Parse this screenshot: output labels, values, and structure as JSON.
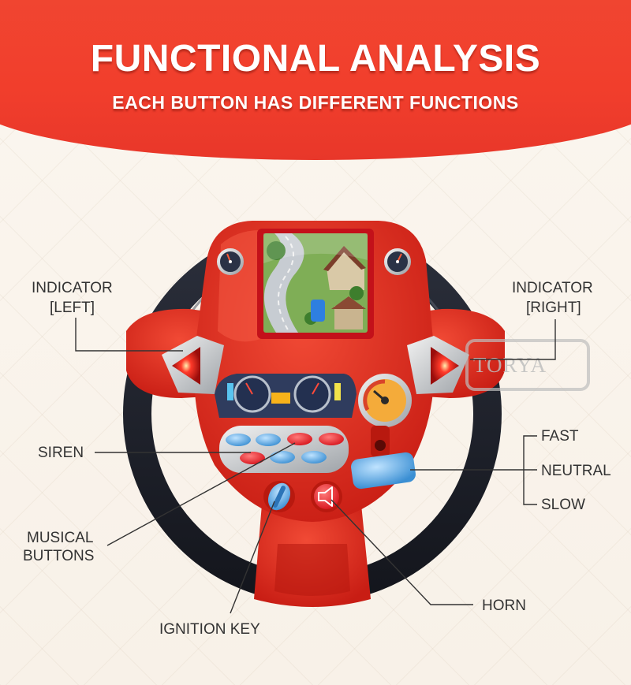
{
  "header": {
    "title": "FUNCTIONAL ANALYSIS",
    "subtitle": "EACH BUTTON HAS DIFFERENT FUNCTIONS"
  },
  "labels": {
    "indicator_left_line1": "INDICATOR",
    "indicator_left_line2": "[LEFT]",
    "indicator_right_line1": "INDICATOR",
    "indicator_right_line2": "[RIGHT]",
    "siren": "SIREN",
    "musical_line1": "MUSICAL",
    "musical_line2": "BUTTONS",
    "ignition_key": "IGNITION KEY",
    "horn": "HORN",
    "fast": "FAST",
    "neutral": "NEUTRAL",
    "slow": "SLOW"
  },
  "watermark": "TORYA",
  "colors": {
    "banner": "#f13e2c",
    "wheel_red": "#e3261b",
    "wheel_black": "#1c1f28",
    "button_blue": "#58a8e4"
  }
}
